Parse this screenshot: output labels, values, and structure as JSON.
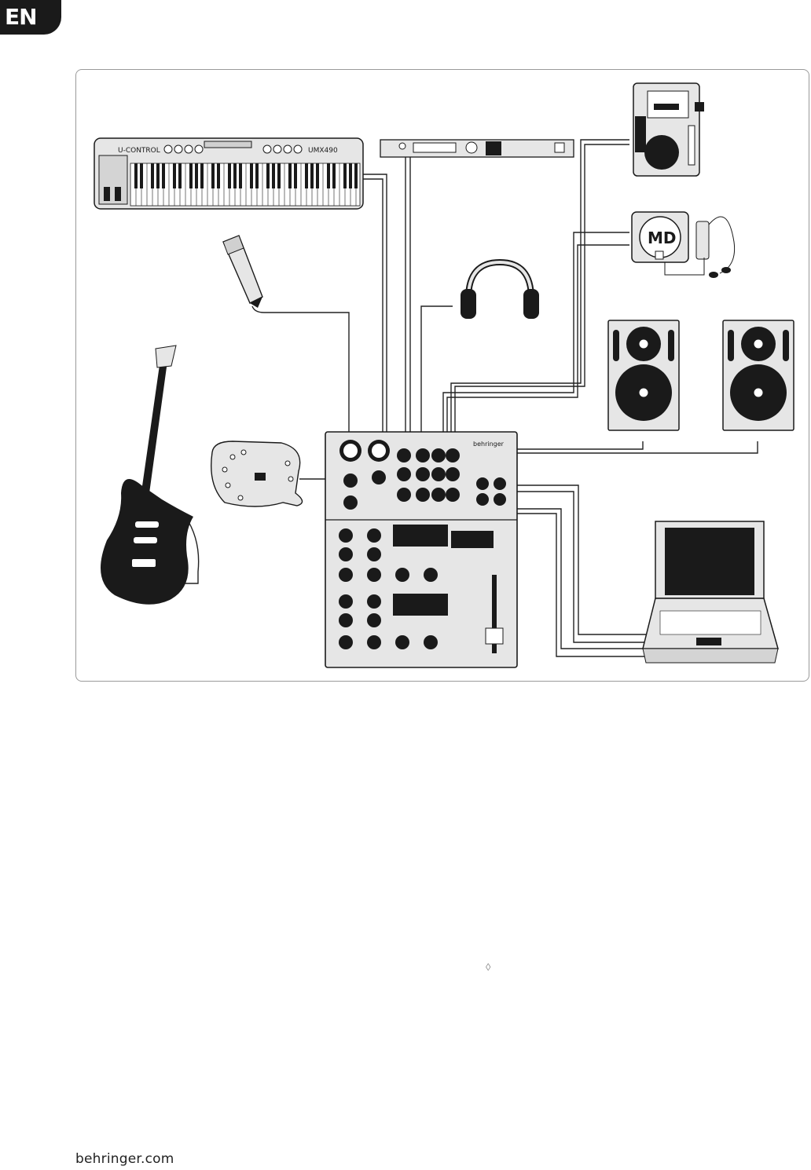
{
  "language_tab": "EN",
  "devices": {
    "keyboard_brand": "U-CONTROL",
    "keyboard_model": "UMX490",
    "minidisc_label": "MD",
    "mixer_brand": "behringer"
  },
  "footer": {
    "url": "behringer.com"
  },
  "colors": {
    "ink": "#1a1a1a",
    "device_fill": "#e6e6e6",
    "cable": "#222222"
  }
}
